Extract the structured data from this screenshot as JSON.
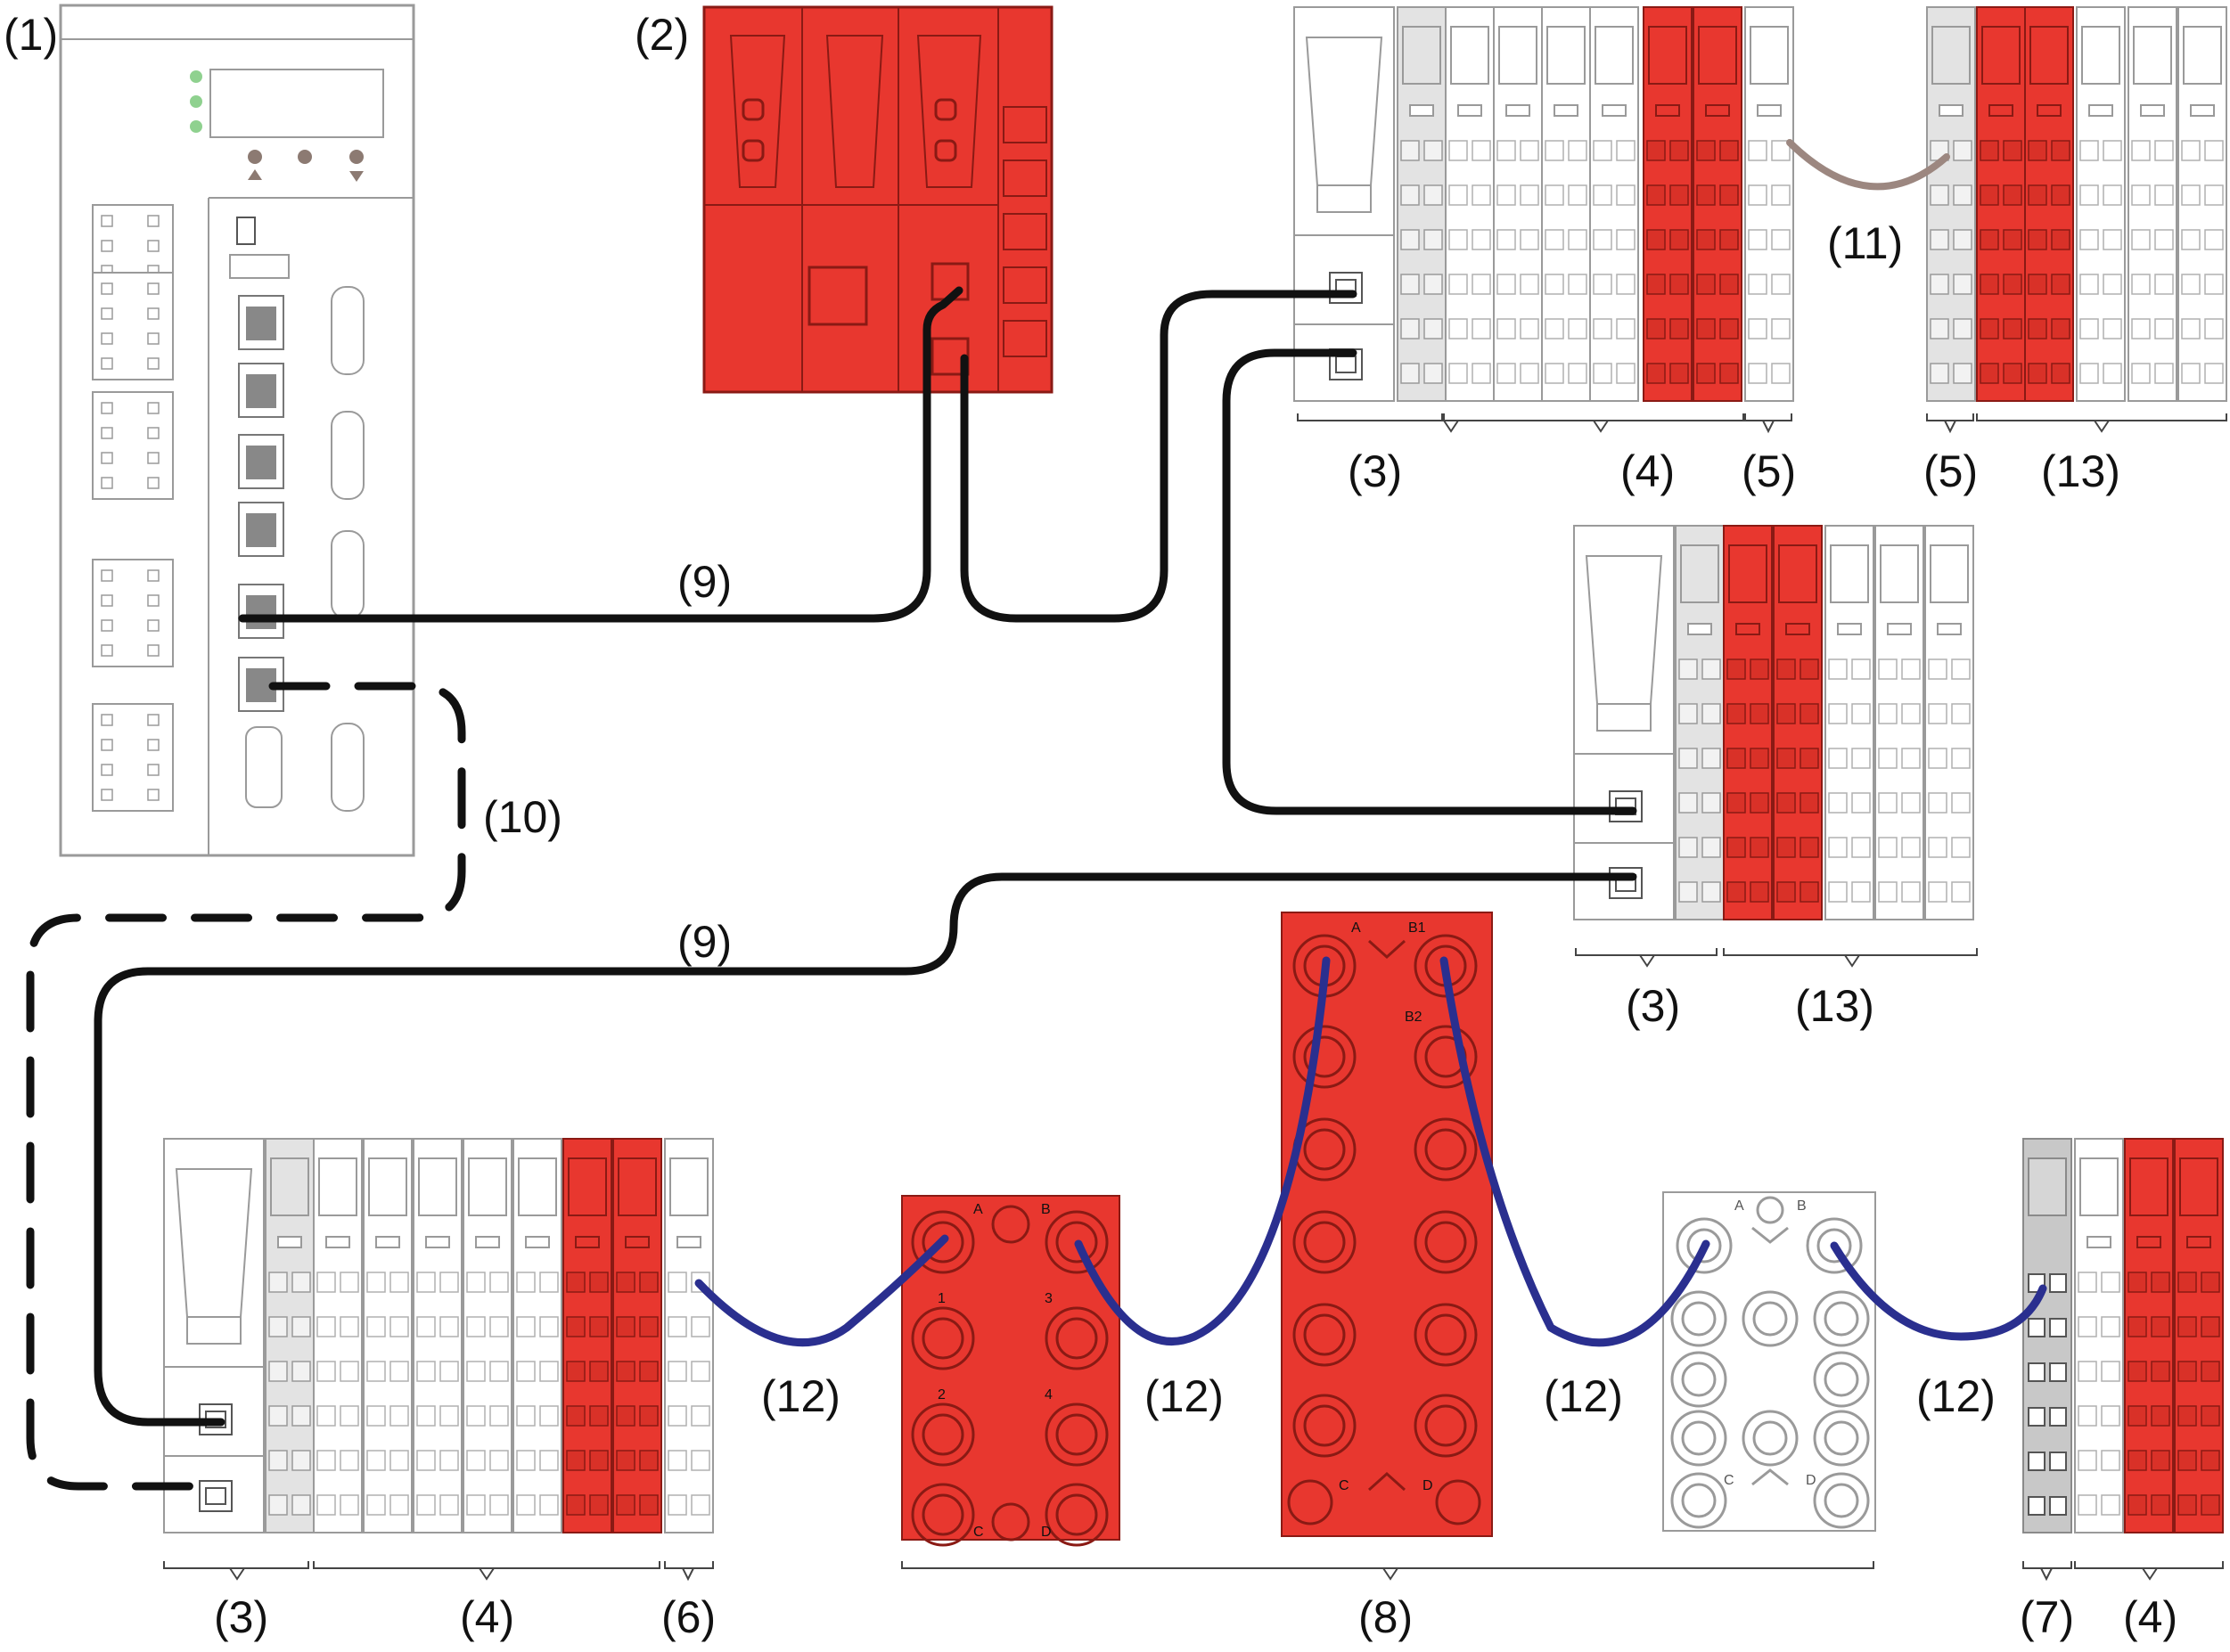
{
  "callouts": {
    "c1": "(1)",
    "c2": "(2)",
    "c3a": "(3)",
    "c3b": "(3)",
    "c3c": "(3)",
    "c4a": "(4)",
    "c4b": "(4)",
    "c4c": "(4)",
    "c5a": "(5)",
    "c5b": "(5)",
    "c6": "(6)",
    "c7": "(7)",
    "c8": "(8)",
    "c9a": "(9)",
    "c9b": "(9)",
    "c10": "(10)",
    "c11": "(11)",
    "c12a": "(12)",
    "c12b": "(12)",
    "c12c": "(12)",
    "c12d": "(12)",
    "c13a": "(13)",
    "c13b": "(13)"
  },
  "connector_letters": {
    "b1": "A",
    "b1b": "B",
    "b1c": "1",
    "b1d": "3",
    "b1e": "2",
    "b1f": "4",
    "b1g": "C",
    "b1h": "D",
    "b2a": "A",
    "b2b": "B1",
    "b2c": "B2",
    "b2d": "C",
    "b2e": "D",
    "b3a": "A",
    "b3b": "B",
    "b3c": "C",
    "b3d": "D"
  },
  "colors": {
    "red": "#e8372f",
    "red_dark": "#8a1a14",
    "grey_outline": "#9a9a9a",
    "light_grey": "#e3e3e3",
    "mid_grey": "#c8c8c8",
    "ethernet_cable": "#111111",
    "io_cable": "#2a2f8f",
    "bus_cable": "#9c8780",
    "led_green": "#8fd18f"
  }
}
